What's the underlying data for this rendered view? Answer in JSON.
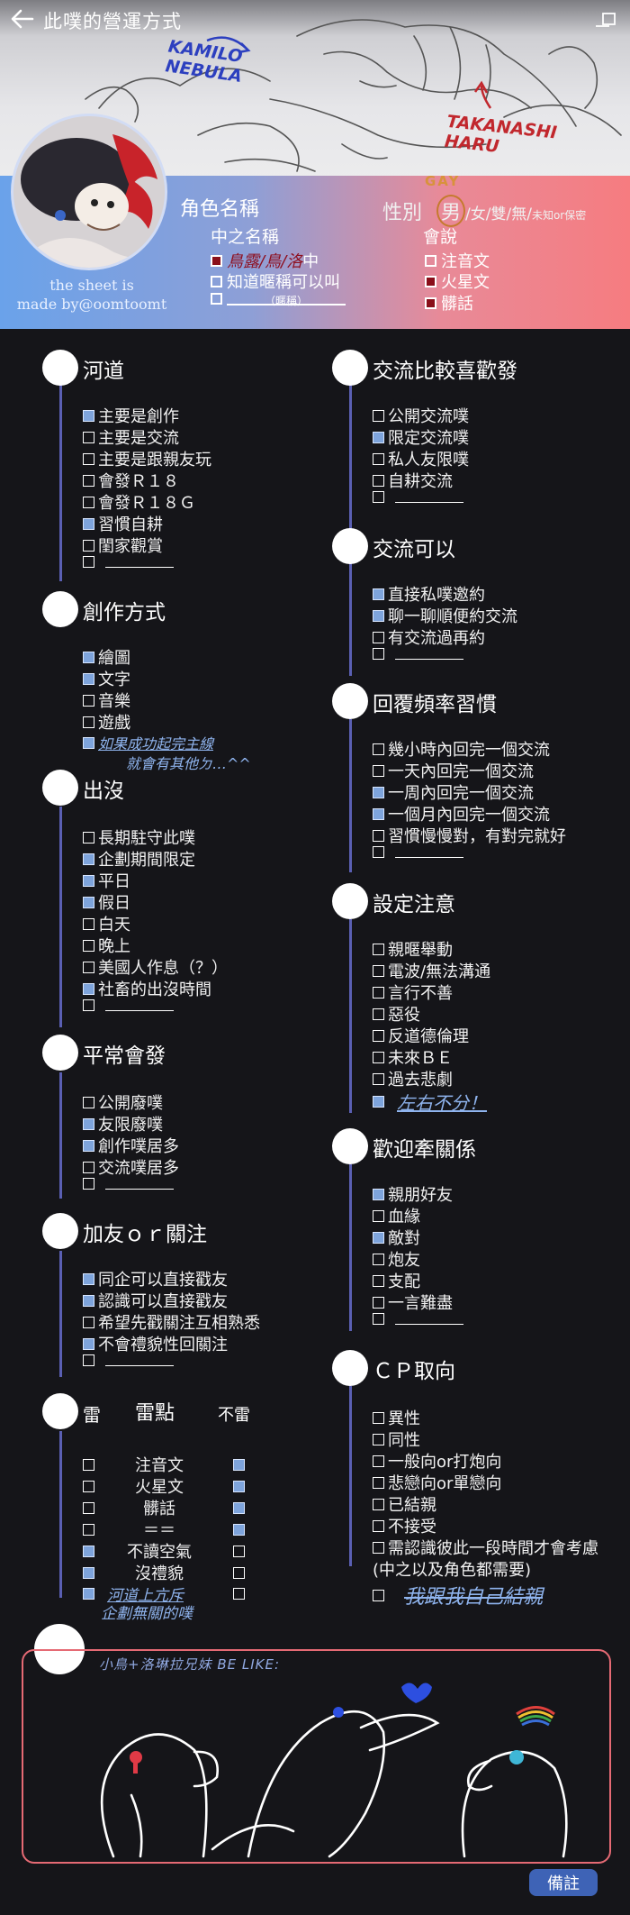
{
  "topbar": {
    "title": "此噗的營運方式"
  },
  "art_labels": {
    "left_name": "KAMILO NEBULA",
    "right_name": "TAKANASHI HARU"
  },
  "credit": [
    "the sheet is",
    "made by@oomtoomt"
  ],
  "profile": {
    "character_name_label": "角色名稱",
    "gender_label": "性別",
    "gender_annotation": "GAY",
    "gender_selected": "男",
    "gender_options_rest": "/女/雙/無/",
    "gender_tail": "未知or保密",
    "chinese_name_label": "中之名稱",
    "chinese_name_options": [
      {
        "text": "鳥露/鳥/洛",
        "suffix": "中",
        "checked": true
      },
      {
        "text": "知道暱稱可以叫",
        "suffix": "",
        "checked": false
      },
      {
        "text": "（暱稱）",
        "suffix": "",
        "checked": false
      }
    ],
    "language_label": "會說",
    "language_options": [
      {
        "text": "注音文",
        "checked": false
      },
      {
        "text": "火星文",
        "checked": true
      },
      {
        "text": "髒話",
        "checked": true
      }
    ]
  },
  "sections": {
    "river": {
      "title": "河道",
      "items": [
        {
          "text": "主要是創作",
          "on": true
        },
        {
          "text": "主要是交流",
          "on": false
        },
        {
          "text": "主要是跟親友玩",
          "on": false
        },
        {
          "text": "會發Ｒ１８",
          "on": false
        },
        {
          "text": "會發Ｒ１８Ｇ",
          "on": false
        },
        {
          "text": "習慣自耕",
          "on": true
        },
        {
          "text": "閨家觀賞",
          "on": false
        },
        {
          "text": "",
          "on": false
        }
      ]
    },
    "creation": {
      "title": "創作方式",
      "items": [
        {
          "text": "繪圖",
          "on": true
        },
        {
          "text": "文字",
          "on": true
        },
        {
          "text": "音樂",
          "on": false
        },
        {
          "text": "遊戲",
          "on": false
        },
        {
          "text": "如果成功起完主線",
          "on": true
        }
      ],
      "note2": "就會有其他ㄉ…^^"
    },
    "appear": {
      "title": "出沒",
      "items": [
        {
          "text": "長期駐守此噗",
          "on": false
        },
        {
          "text": "企劃期間限定",
          "on": true
        },
        {
          "text": "平日",
          "on": true
        },
        {
          "text": "假日",
          "on": true
        },
        {
          "text": "白天",
          "on": false
        },
        {
          "text": "晚上",
          "on": false
        },
        {
          "text": "美國人作息（？）",
          "on": false
        },
        {
          "text": "社畜的出沒時間",
          "on": true
        },
        {
          "text": "",
          "on": false
        }
      ]
    },
    "usually": {
      "title": "平常會發",
      "items": [
        {
          "text": "公開廢噗",
          "on": false
        },
        {
          "text": "友限廢噗",
          "on": true
        },
        {
          "text": "創作噗居多",
          "on": true
        },
        {
          "text": "交流噗居多",
          "on": false
        },
        {
          "text": "",
          "on": false
        }
      ]
    },
    "friend": {
      "title": "加友ｏｒ關注",
      "items": [
        {
          "text": "同企可以直接戳友",
          "on": true
        },
        {
          "text": "認識可以直接戳友",
          "on": true
        },
        {
          "text": "希望先戳關注互相熟悉",
          "on": false
        },
        {
          "text": "不會禮貌性回關注",
          "on": true
        },
        {
          "text": "",
          "on": false
        }
      ]
    },
    "mines": {
      "left_header": "雷",
      "mid_header": "雷點",
      "right_header": "不雷",
      "rows": [
        {
          "text": "注音文",
          "left": false,
          "right": true
        },
        {
          "text": "火星文",
          "left": false,
          "right": true
        },
        {
          "text": "髒話",
          "left": false,
          "right": true
        },
        {
          "text": "＝＝",
          "left": false,
          "right": true
        },
        {
          "text": "不讀空氣",
          "left": true,
          "right": false
        },
        {
          "text": "沒禮貌",
          "left": true,
          "right": false
        },
        {
          "text": "河道上亢斥",
          "left": true,
          "right": false
        }
      ],
      "note2": "企劃無關的噗"
    },
    "exchange_pref": {
      "title": "交流比較喜歡發",
      "items": [
        {
          "text": "公開交流噗",
          "on": false
        },
        {
          "text": "限定交流噗",
          "on": true
        },
        {
          "text": "私人友限噗",
          "on": false
        },
        {
          "text": "自耕交流",
          "on": false
        },
        {
          "text": "",
          "on": false
        }
      ]
    },
    "exchange_ok": {
      "title": "交流可以",
      "items": [
        {
          "text": "直接私噗邀約",
          "on": true
        },
        {
          "text": "聊一聊順便約交流",
          "on": true
        },
        {
          "text": "有交流過再約",
          "on": false
        },
        {
          "text": "",
          "on": false
        }
      ]
    },
    "reply": {
      "title": "回覆頻率習慣",
      "items": [
        {
          "text": "幾小時內回完一個交流",
          "on": false
        },
        {
          "text": "一天內回完一個交流",
          "on": false
        },
        {
          "text": "一周內回完一個交流",
          "on": true
        },
        {
          "text": "一個月內回完一個交流",
          "on": true
        },
        {
          "text": "習慣慢慢對，有對完就好",
          "on": false
        },
        {
          "text": "",
          "on": false
        }
      ]
    },
    "setting": {
      "title": "設定注意",
      "items": [
        {
          "text": "親暱舉動",
          "on": false
        },
        {
          "text": "電波/無法溝通",
          "on": false
        },
        {
          "text": "言行不善",
          "on": false
        },
        {
          "text": "惡役",
          "on": false
        },
        {
          "text": "反道德倫理",
          "on": false
        },
        {
          "text": "未來ＢＥ",
          "on": false
        },
        {
          "text": "過去悲劇",
          "on": false
        },
        {
          "text": "左右不分！",
          "on": true
        }
      ]
    },
    "relation": {
      "title": "歡迎牽關係",
      "items": [
        {
          "text": "親朋好友",
          "on": true
        },
        {
          "text": "血緣",
          "on": false
        },
        {
          "text": "敵對",
          "on": true
        },
        {
          "text": "炮友",
          "on": false
        },
        {
          "text": "支配",
          "on": false
        },
        {
          "text": "一言難盡",
          "on": false
        },
        {
          "text": "",
          "on": false
        }
      ]
    },
    "cp": {
      "title": "ＣＰ取向",
      "items": [
        {
          "text": "異性",
          "on": false
        },
        {
          "text": "同性",
          "on": false
        },
        {
          "text": "一般向or打炮向",
          "on": false
        },
        {
          "text": "悲戀向or單戀向",
          "on": false
        },
        {
          "text": "已結親",
          "on": false
        },
        {
          "text": "不接受",
          "on": false
        },
        {
          "text": "需認識彼此一段時間才會考慮",
          "on": false
        },
        {
          "text": "我跟我自己結親",
          "on": false
        }
      ],
      "note": "(中之以及角色都需要)"
    }
  },
  "final": {
    "caption": "小鳥+洛琳拉兄妹 BE LIKE:"
  },
  "notes_button": "備註",
  "colors": {
    "accent_blue": "#7ea4dc",
    "spine": "#5a5fb3",
    "banner_left": "#6aa2ea",
    "banner_right": "#f67c80",
    "frame_red": "#e56a74"
  }
}
